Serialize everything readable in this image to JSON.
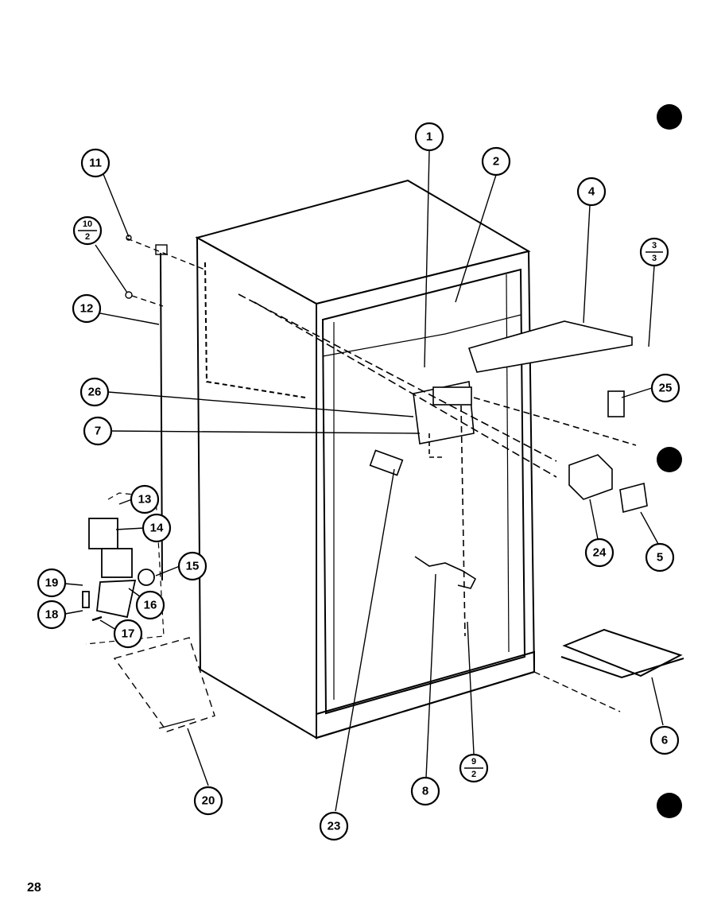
{
  "page_number": "28",
  "callouts": {
    "c1": "1",
    "c2": "2",
    "c4": "4",
    "c3_top": "3",
    "c3_bottom": "3",
    "c25": "25",
    "c26": "26",
    "c7": "7",
    "c24": "24",
    "c5": "5",
    "c11": "11",
    "c10_top": "10",
    "c10_bottom": "2",
    "c12": "12",
    "c13": "13",
    "c14": "14",
    "c15": "15",
    "c16": "16",
    "c17": "17",
    "c18": "18",
    "c19": "19",
    "c6": "6",
    "c8": "8",
    "c9_top": "9",
    "c9_bottom": "2",
    "c20": "20",
    "c23": "23"
  },
  "binder_holes": 3
}
